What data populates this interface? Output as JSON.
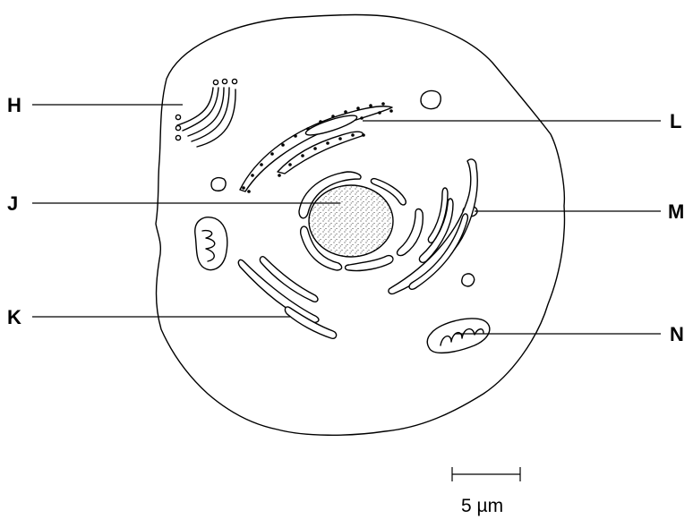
{
  "labels": {
    "H": "H",
    "J": "J",
    "K": "K",
    "L": "L",
    "M": "M",
    "N": "N"
  },
  "scale_bar": {
    "text": "5 µm"
  }
}
